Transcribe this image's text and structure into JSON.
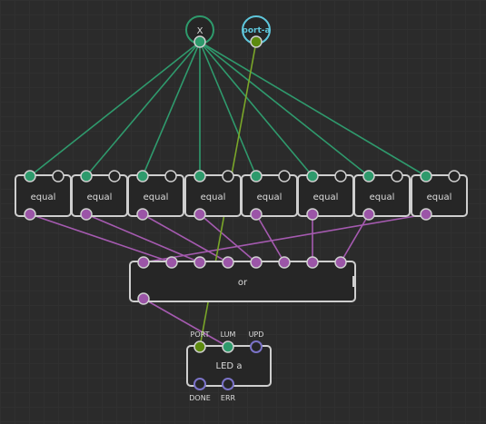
{
  "colors": {
    "background": "#2b2b2b",
    "boolean_pin": "#9b55a7",
    "number_pin": "#2e9a6c",
    "port_pin": "#5d8a0f",
    "pulse_pin": "#7b73c8",
    "string_node": "#5fc7dc",
    "bool_link": "#a55ab0",
    "number_link": "#2f9a6d",
    "port_link": "#7aa629"
  },
  "x_node": {
    "label": "X"
  },
  "port_node": {
    "label": "port-a"
  },
  "equal_nodes": [
    {
      "label": "equal"
    },
    {
      "label": "equal"
    },
    {
      "label": "equal"
    },
    {
      "label": "equal"
    },
    {
      "label": "equal"
    },
    {
      "label": "equal"
    },
    {
      "label": "equal"
    },
    {
      "label": "equal"
    }
  ],
  "or_node": {
    "label": "or"
  },
  "led_node": {
    "label": "LED a",
    "inputs": [
      {
        "label": "PORT",
        "type": "port"
      },
      {
        "label": "LUM",
        "type": "number"
      },
      {
        "label": "UPD",
        "type": "pulse"
      }
    ],
    "outputs": [
      {
        "label": "DONE",
        "type": "pulse"
      },
      {
        "label": "ERR",
        "type": "pulse"
      }
    ]
  }
}
